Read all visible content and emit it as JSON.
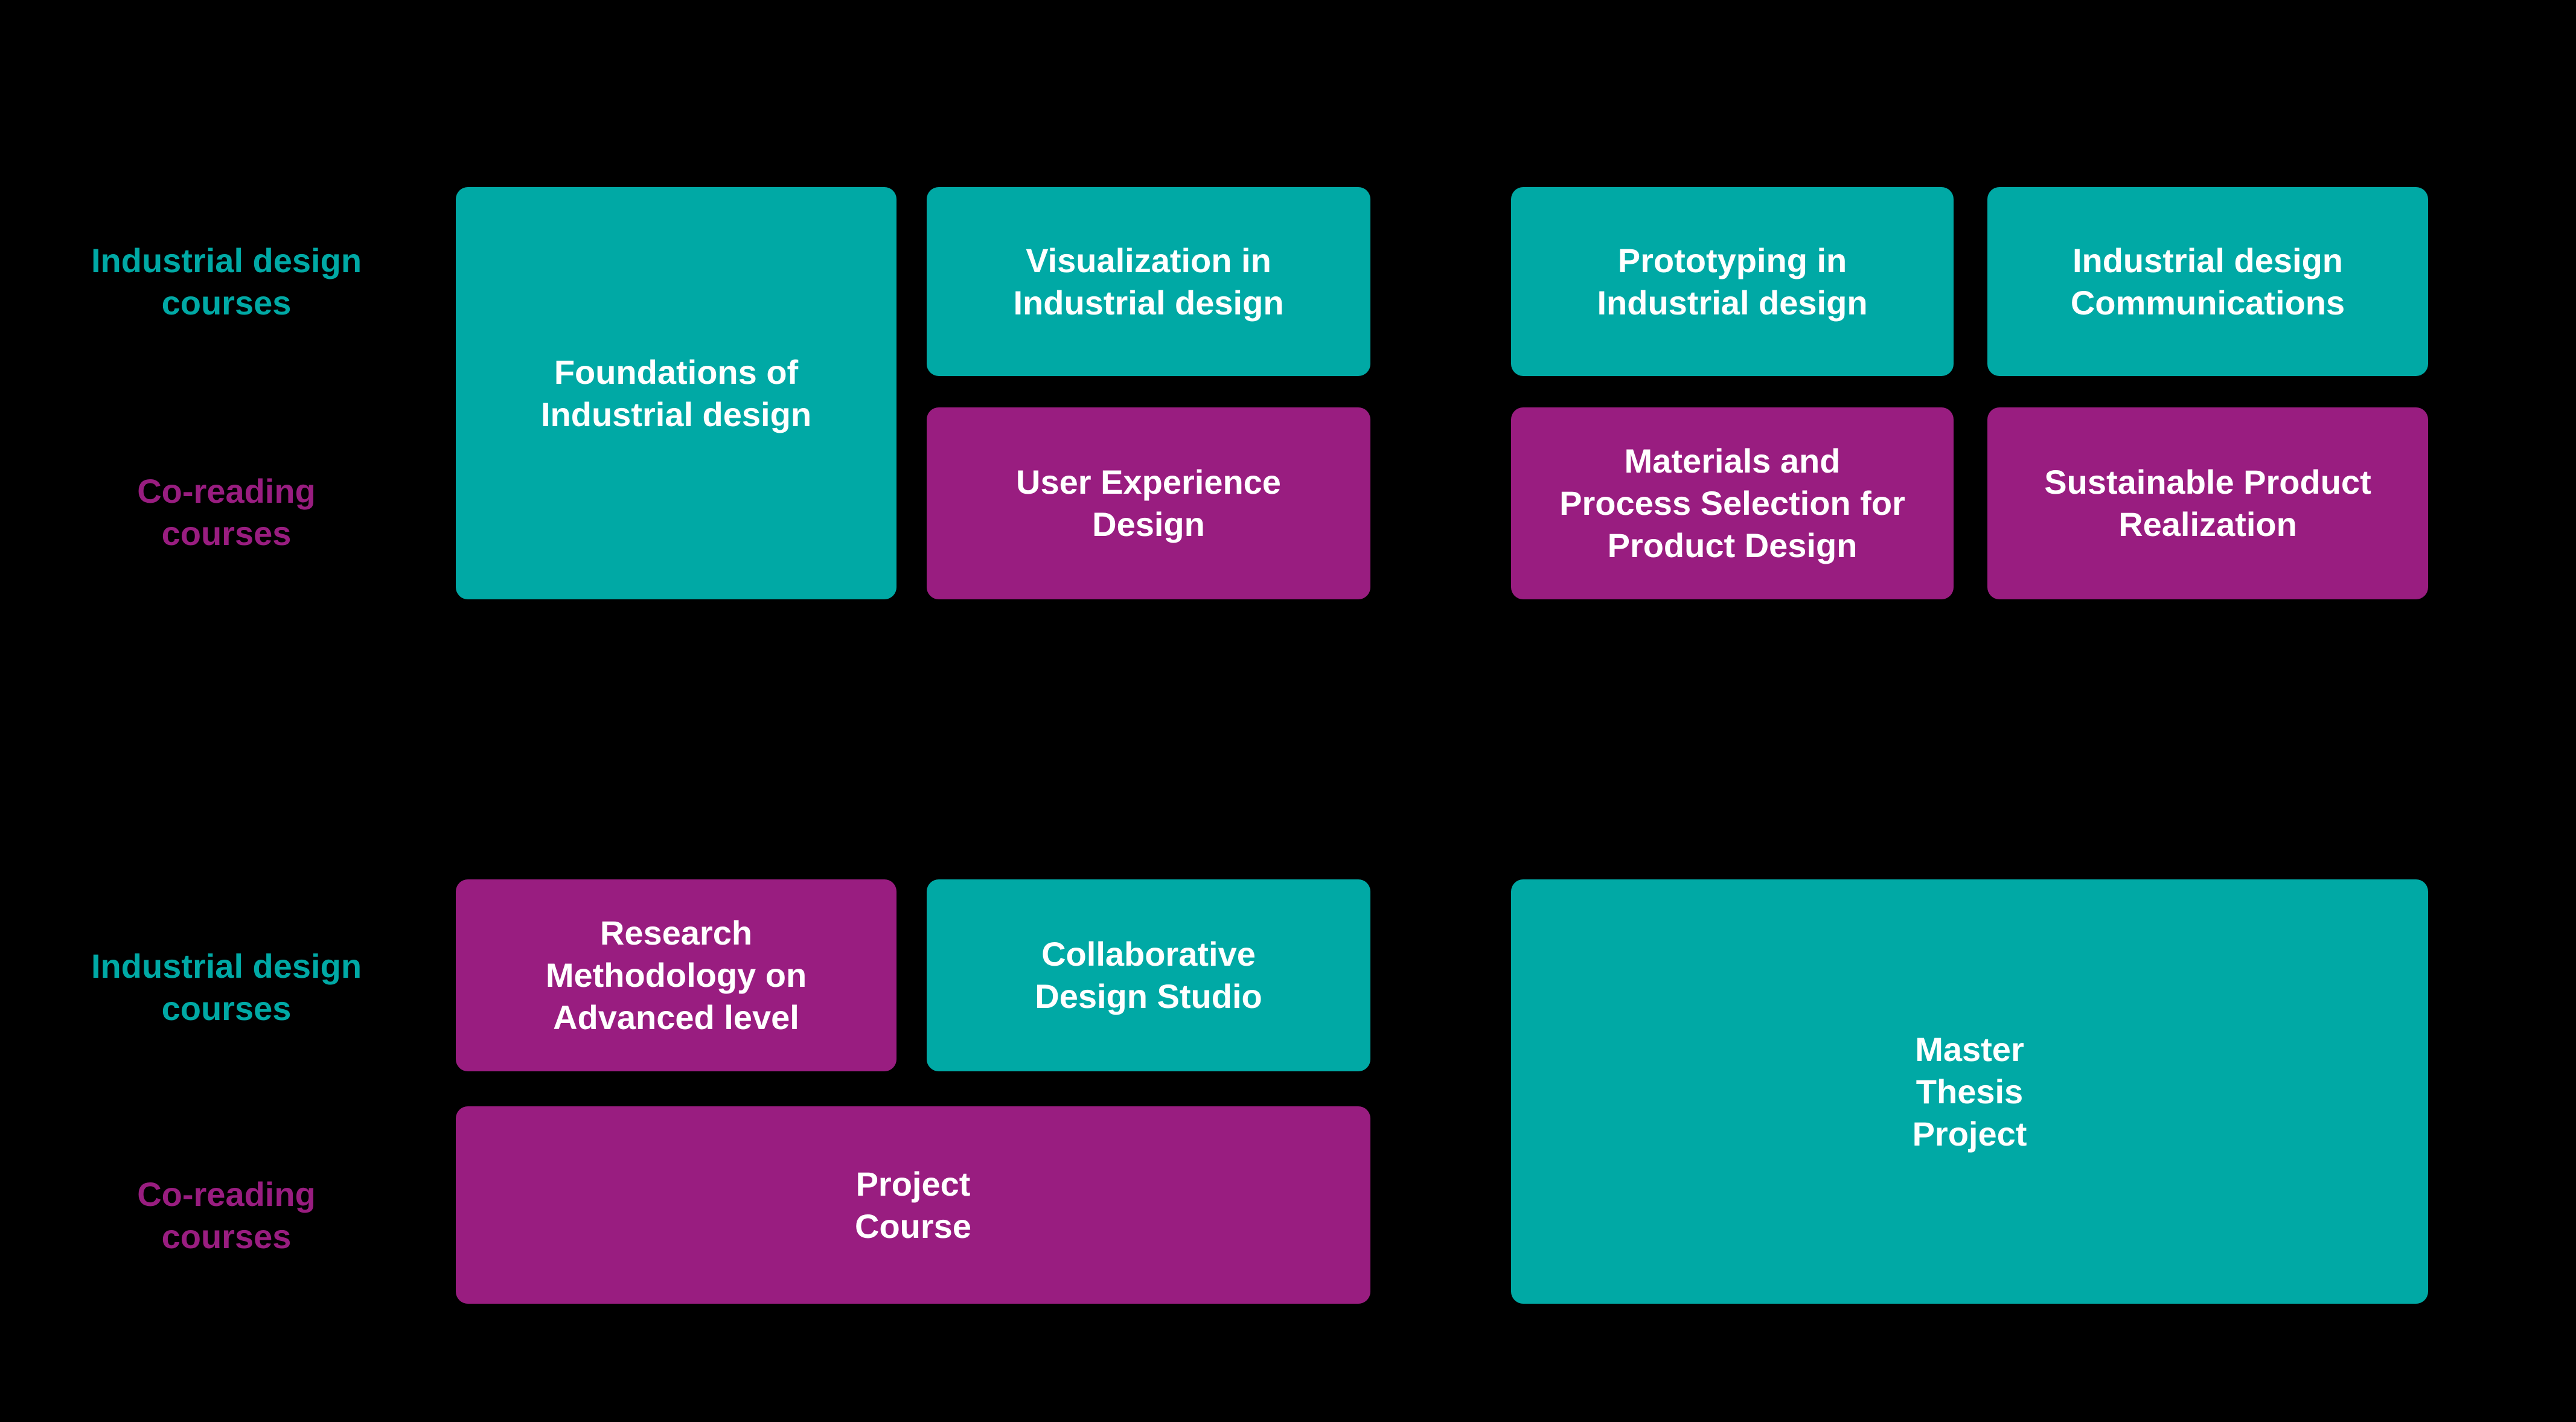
{
  "colors": {
    "industrial": "#00A9A5",
    "co_reading": "#991D80",
    "background": "#000000",
    "text_on_box": "#FFFFFF"
  },
  "row_labels": [
    {
      "text": "Industrial design\ncourses",
      "type": "industrial"
    },
    {
      "text": "Co-reading\ncourses",
      "type": "co_reading"
    },
    {
      "text": "Industrial design\ncourses",
      "type": "industrial"
    },
    {
      "text": "Co-reading\ncourses",
      "type": "co_reading"
    }
  ],
  "courses": [
    {
      "title": "Foundations of\nIndustrial design",
      "type": "industrial"
    },
    {
      "title": "Visualization in\nIndustrial design",
      "type": "industrial"
    },
    {
      "title": "User Experience\nDesign",
      "type": "co_reading"
    },
    {
      "title": "Prototyping in\nIndustrial design",
      "type": "industrial"
    },
    {
      "title": "Materials and\nProcess Selection for\nProduct Design",
      "type": "co_reading"
    },
    {
      "title": "Industrial design\nCommunications",
      "type": "industrial"
    },
    {
      "title": "Sustainable Product\nRealization",
      "type": "co_reading"
    },
    {
      "title": "Research\nMethodology on\nAdvanced level",
      "type": "co_reading"
    },
    {
      "title": "Collaborative\nDesign Studio",
      "type": "industrial"
    },
    {
      "title": "Project\nCourse",
      "type": "co_reading"
    },
    {
      "title": "Master\nThesis\nProject",
      "type": "industrial"
    }
  ]
}
